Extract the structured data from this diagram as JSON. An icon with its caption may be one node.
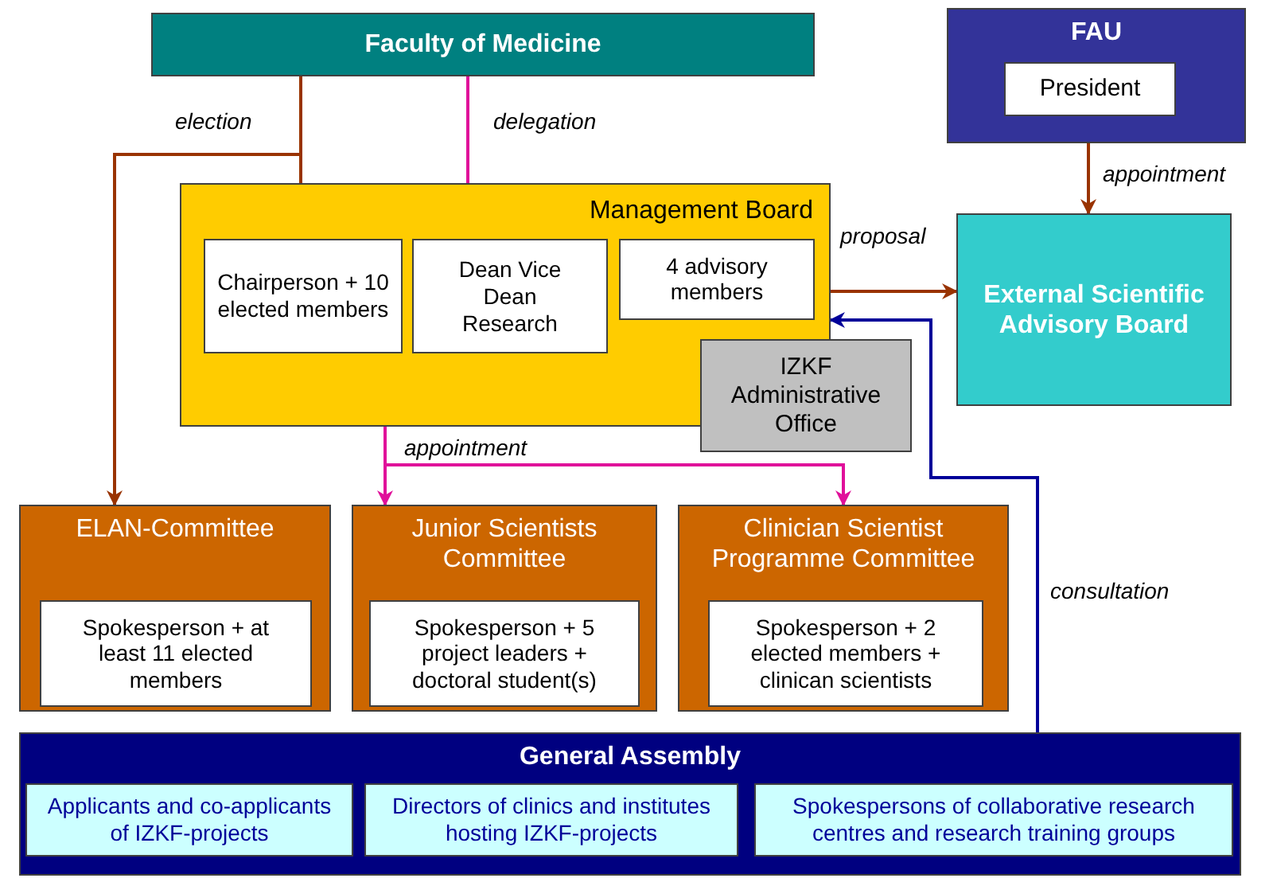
{
  "diagram": {
    "nodes": [
      {
        "text": [
          "Faculty of Medicine"
        ]
      },
      {
        "text": [
          "FAU"
        ]
      },
      {
        "text": [
          "President"
        ],
        "in": 1
      },
      {
        "text": [
          "Management Board"
        ]
      },
      {
        "text": [
          "Chairperson + 10 elected members"
        ],
        "in": 3
      },
      {
        "text": [
          "Dean Vice Dean Research"
        ],
        "in": 3
      },
      {
        "text": [
          "4 advisory members"
        ],
        "in": 3
      },
      {
        "text": [
          "External Scientific Advisory Board"
        ]
      },
      {
        "text": [
          "IZKF Administrative Office"
        ]
      },
      {
        "text": [
          "ELAN-Committee"
        ]
      },
      {
        "text": [
          "Spokesperson + at least 11 elected members"
        ],
        "in": 9
      },
      {
        "text": [
          "Junior Scientists Committee"
        ]
      },
      {
        "text": [
          "Spokesperson + 5 project leaders + doctoral student(s)"
        ],
        "in": 11
      },
      {
        "text": [
          "Clinician Scientist Programme Committee"
        ]
      },
      {
        "text": [
          "Spokesperson + 2 elected members + clinican scientists"
        ],
        "in": 13
      },
      {
        "text": [
          "General Assembly"
        ]
      },
      {
        "text": [
          "Applicants and co-applicants of IZKF-projects"
        ],
        "in": 15
      },
      {
        "text": [
          "Directors of clinics and institutes hosting IZKF-projects"
        ],
        "in": 15
      },
      {
        "text": [
          "Spokespersons of collaborative research centres and research training groups"
        ],
        "in": 15
      }
    ],
    "edges": [
      {
        "from": 0,
        "to": 4,
        "arrow": "to",
        "label": "election"
      },
      {
        "from": 0,
        "to": 9,
        "arrow": "to"
      },
      {
        "from": 0,
        "to": 5,
        "arrow": "to",
        "label": "delegation",
        "color": "#e0109a"
      },
      {
        "from": 1,
        "to": 7,
        "arrow": "to",
        "label": "appointment"
      },
      {
        "from": 3,
        "to": 7,
        "arrow": "to",
        "label": "proposal"
      },
      {
        "from": 4,
        "to": 11,
        "arrow": "to",
        "label": "appointment",
        "color": "#e0109a"
      },
      {
        "from": 4,
        "to": 13,
        "arrow": "to",
        "color": "#e0109a"
      },
      {
        "from": 15,
        "to": 3,
        "arrow": "to",
        "label": "consultation",
        "color": "#000099"
      }
    ]
  }
}
